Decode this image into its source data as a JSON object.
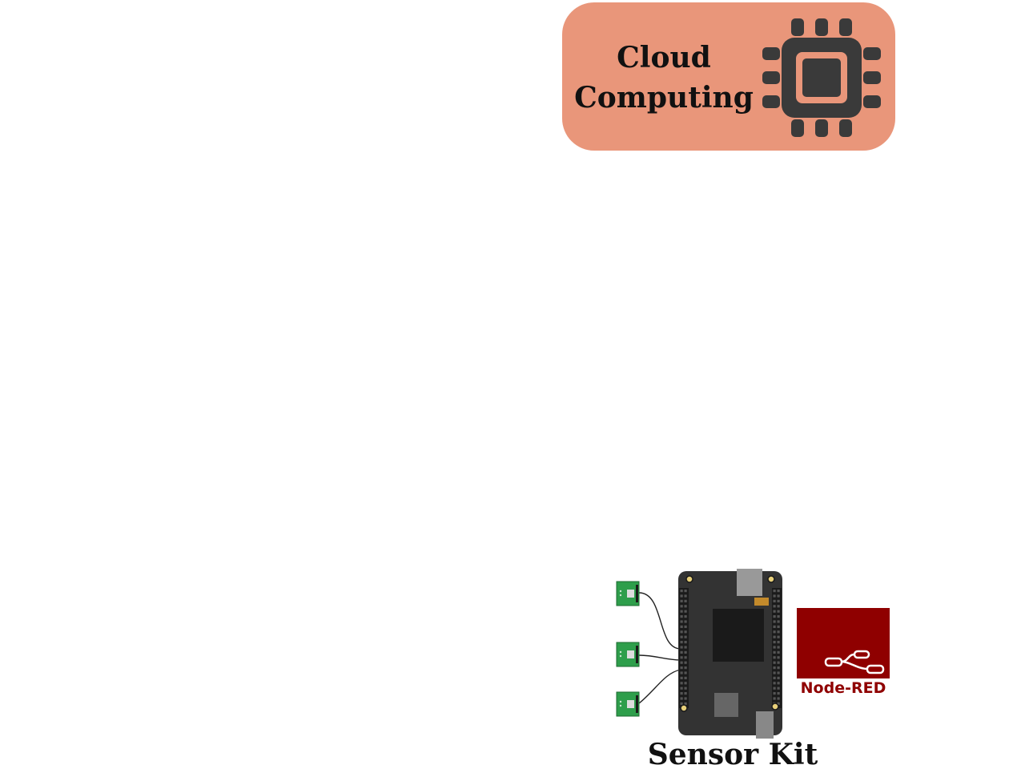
{
  "cloud": {
    "line1": "Cloud",
    "line2": "Computing",
    "icon": "cpu-chip-icon",
    "box_color": "#e9967a",
    "icon_color": "#3a3a3a"
  },
  "sensor_kit": {
    "label": "Sensor Kit",
    "board_icon": "single-board-computer-icon",
    "sensor_icon": "sensor-module-icon"
  },
  "nodered": {
    "label": "Node-RED",
    "icon": "node-red-logo-icon",
    "color": "#8f0000"
  }
}
